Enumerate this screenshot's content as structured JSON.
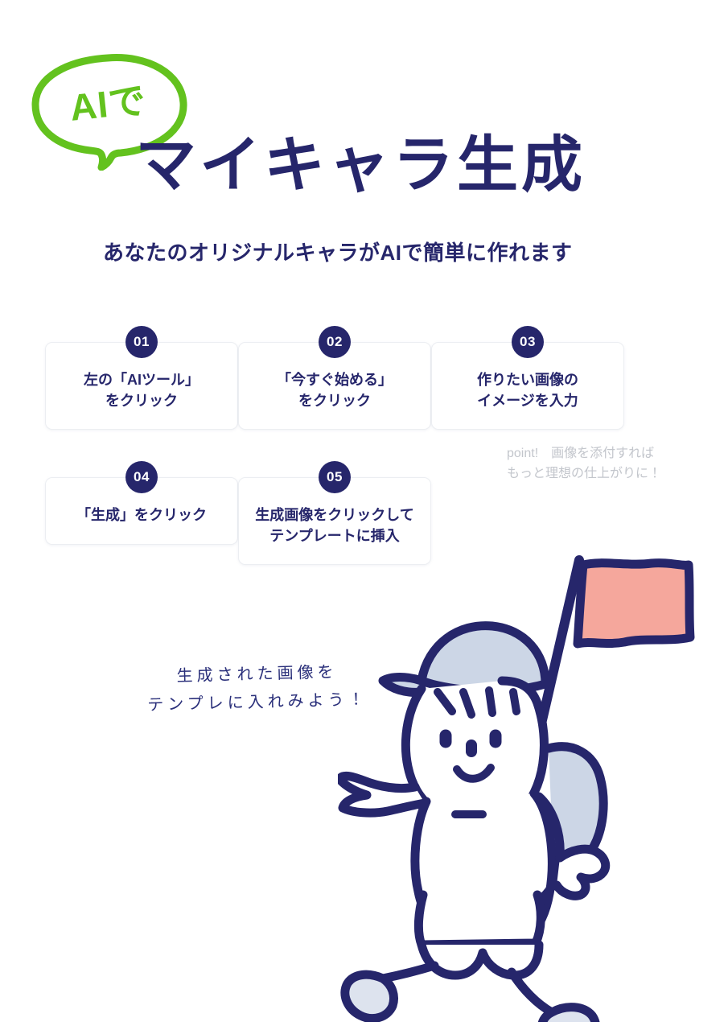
{
  "header": {
    "bubble_text": "AIで",
    "title": "マイキャラ生成",
    "subtitle": "あなたのオリジナルキャラがAIで簡単に作れます"
  },
  "steps": [
    {
      "number": "01",
      "label": "左の「AIツール」\nをクリック"
    },
    {
      "number": "02",
      "label": "「今すぐ始める」\nをクリック"
    },
    {
      "number": "03",
      "label": "作りたい画像の\nイメージを入力"
    },
    {
      "number": "04",
      "label": "「生成」をクリック"
    },
    {
      "number": "05",
      "label": "生成画像をクリックして\nテンプレートに挿入"
    }
  ],
  "note": "point!　画像を添付すれば\nもっと理想の仕上がりに！",
  "handwriting": "生成された画像を\nテンプレに入れみよう！",
  "colors": {
    "navy": "#26266b",
    "green": "#63c21e",
    "flag_pink": "#f5a79c",
    "cloth_gray": "#ccd6e6",
    "note_gray": "#c3c6cc",
    "card_border": "#eceef2",
    "background": "#ffffff"
  }
}
